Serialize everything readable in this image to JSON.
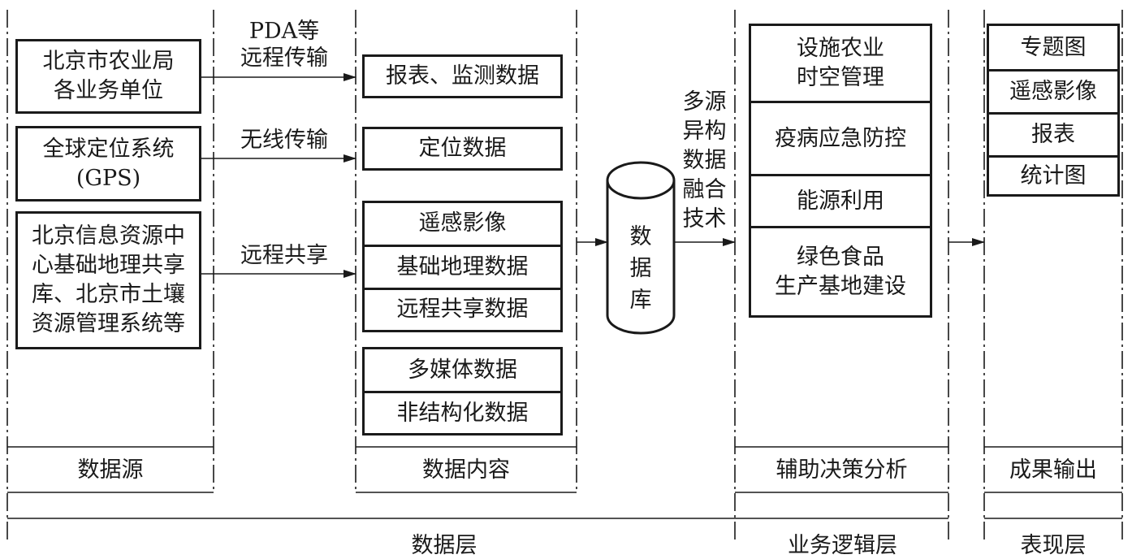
{
  "columns": {
    "source": "数据源",
    "content": "数据内容",
    "decision": "辅助决策分析",
    "output": "成果输出"
  },
  "layers": {
    "data": "数据层",
    "logic": "业务逻辑层",
    "presentation": "表现层"
  },
  "sources": [
    "北京市农业局\n各业务单位",
    "全球定位系统\n(GPS)",
    "北京信息资源中\n心基础地理共享\n库、北京市土壤\n资源管理系统等"
  ],
  "transfers": [
    "PDA等\n远程传输",
    "无线传输",
    "远程共享"
  ],
  "content": {
    "report": "报表、监测数据",
    "position": "定位数据",
    "group1": [
      "遥感影像",
      "基础地理数据",
      "远程共享数据"
    ],
    "group2": [
      "多媒体数据",
      "非结构化数据"
    ]
  },
  "database": "数\n据\n库",
  "fusion": "多源\n异构\n数据\n融合\n技术",
  "decisions": [
    "设施农业\n时空管理",
    "疫病应急防控",
    "能源利用",
    "绿色食品\n生产基地建设"
  ],
  "outputs": [
    "专题图",
    "遥感影像",
    "报表",
    "统计图"
  ]
}
